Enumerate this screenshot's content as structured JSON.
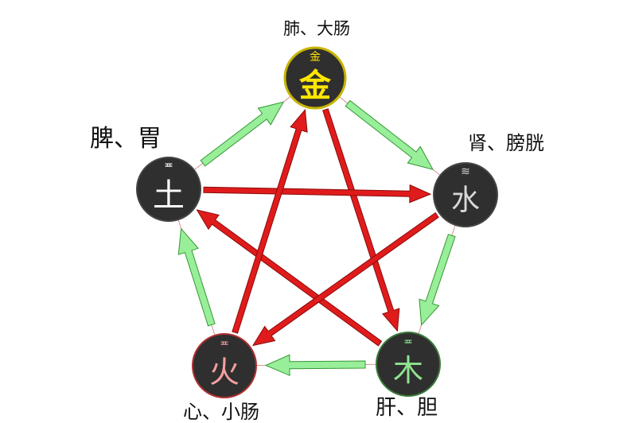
{
  "diagram": {
    "colors": {
      "generating_arrow": "#99ee99",
      "generating_outline": "#339933",
      "controlling_arrow": "#e01b1b",
      "controlling_outline": "#8a0b0b",
      "node_fill": "#2f2f2f",
      "outline_line": "#d99090"
    },
    "elements": {
      "metal": {
        "glyph": "金",
        "mark": "金",
        "organs": "肺、大肠",
        "glyph_color": "#ffe600",
        "ring_color": "#c8b400"
      },
      "water": {
        "glyph": "水",
        "mark": "≋",
        "organs": "肾、膀胱",
        "glyph_color": "#d8d8d8",
        "ring_color": "#444444"
      },
      "wood": {
        "glyph": "木",
        "mark": "≖",
        "organs": "肝、胆",
        "glyph_color": "#8fe38f",
        "ring_color": "#3a7a3a"
      },
      "fire": {
        "glyph": "火",
        "mark": "≖",
        "organs": "心、小肠",
        "glyph_color": "#f4a0a0",
        "ring_color": "#b03030"
      },
      "earth": {
        "glyph": "土",
        "mark": "≖",
        "organs": "脾、胃",
        "glyph_color": "#ffffff",
        "ring_color": "#444444"
      }
    },
    "generating_cycle": [
      "metal",
      "water",
      "wood",
      "fire",
      "earth"
    ],
    "controlling_cycle": [
      [
        "metal",
        "wood"
      ],
      [
        "wood",
        "earth"
      ],
      [
        "earth",
        "water"
      ],
      [
        "water",
        "fire"
      ],
      [
        "fire",
        "metal"
      ]
    ]
  }
}
